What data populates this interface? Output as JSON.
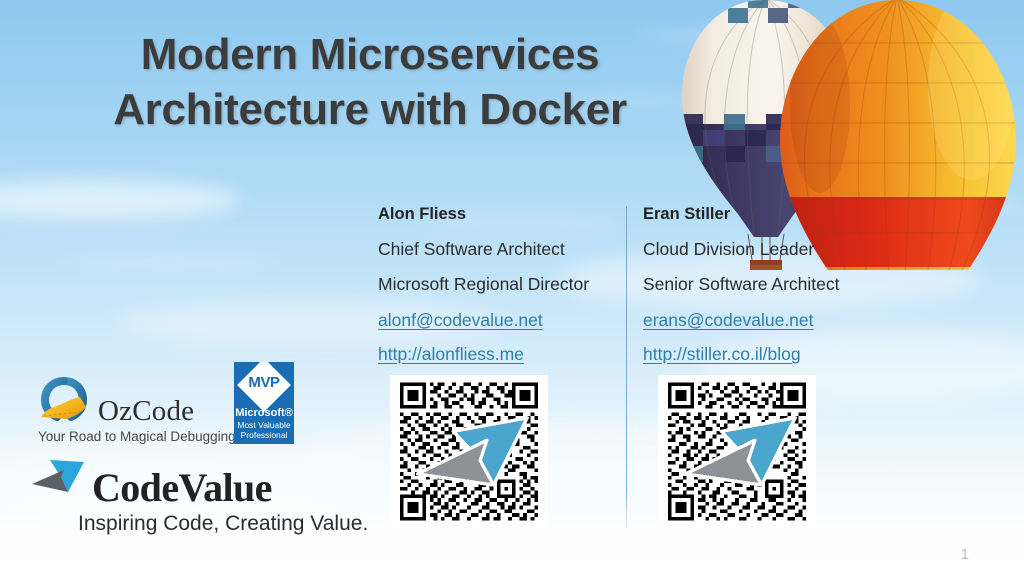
{
  "slide": {
    "title_line1": "Modern Microservices",
    "title_line2": "Architecture with Docker",
    "page_number": "1",
    "title_color": "#3c3c3c",
    "link_color": "#2f7fa8",
    "divider_color": "#5a96c8",
    "sky_top_color": "#8ec8ef",
    "sky_bottom_color": "#ffffff"
  },
  "speakers": [
    {
      "name": "Alon Fliess",
      "role1": "Chief Software Architect",
      "role2": "Microsoft Regional Director",
      "email": "alonf@codevalue.net",
      "website": "http://alonfliess.me",
      "qr_name": "qr-code-alon-fliess"
    },
    {
      "name": "Eran Stiller",
      "role1": "Cloud Division Leader",
      "role2": "Senior Software Architect",
      "email": "erans@codevalue.net",
      "website": "http://stiller.co.il/blog",
      "qr_name": "qr-code-eran-stiller"
    }
  ],
  "logos": {
    "ozcode": {
      "name": "OzCode",
      "tagline": "Your Road to Magical Debugging",
      "ring_color": "#2e7cad",
      "road_color": "#f5b21a"
    },
    "mvp": {
      "badge_text": "MVP",
      "company": "Microsoft®",
      "line1": "Most Valuable",
      "line2": "Professional",
      "badge_color": "#1a6cb5"
    },
    "codevalue": {
      "name": "CodeValue",
      "tagline": "Inspiring Code, Creating Value.",
      "arrow_blue": "#2aa6dd",
      "arrow_gray": "#5a6066"
    }
  },
  "artwork": {
    "balloon_left": {
      "name": "hot-air-balloon-cream",
      "top_color": "#f2e6d8",
      "bottom_color": "#2a2446"
    },
    "balloon_right": {
      "name": "hot-air-balloon-orange",
      "top_color": "#f6c23a",
      "mid_color": "#e8741a",
      "bottom_color": "#cf2418"
    }
  }
}
